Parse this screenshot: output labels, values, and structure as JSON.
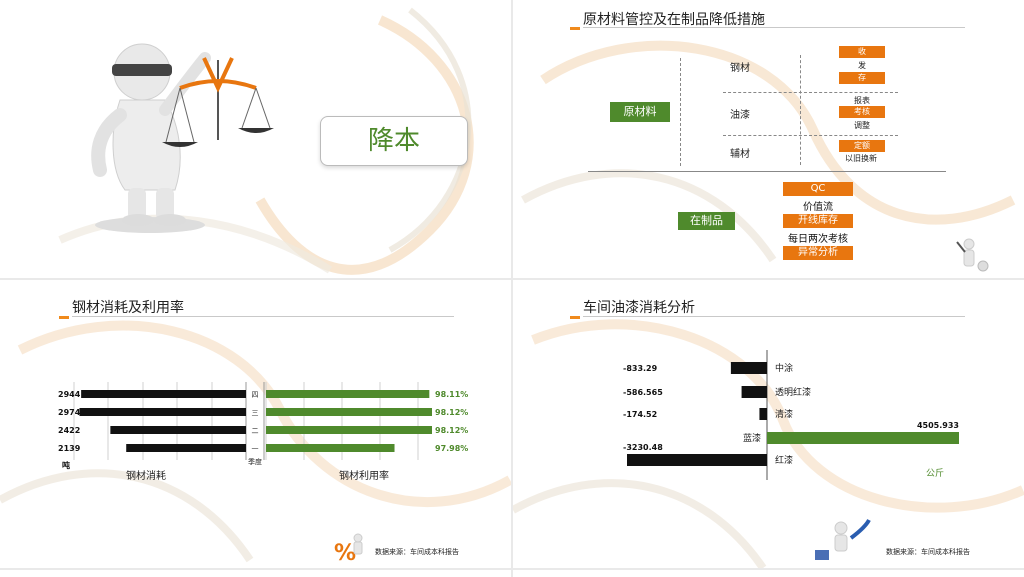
{
  "slide1": {
    "title": "降本"
  },
  "slide2": {
    "title": "原材料管控及在制品降低措施",
    "raw_label": "原材料",
    "wip_label": "在制品",
    "materials": [
      {
        "name": "钢材",
        "items": [
          {
            "text": "收",
            "highlight": true
          },
          {
            "text": "发",
            "highlight": false
          },
          {
            "text": "存",
            "highlight": true
          }
        ]
      },
      {
        "name": "油漆",
        "items": [
          {
            "text": "报表",
            "highlight": false
          },
          {
            "text": "考核",
            "highlight": true
          },
          {
            "text": "调整",
            "highlight": false
          }
        ]
      },
      {
        "name": "辅材",
        "items": [
          {
            "text": "定额",
            "highlight": true
          },
          {
            "text": "以旧换新",
            "highlight": false
          }
        ]
      }
    ],
    "wip_items": [
      {
        "text": "QC",
        "highlight": true
      },
      {
        "text": "价值流",
        "highlight": false
      },
      {
        "text": "开线库存",
        "highlight": true
      },
      {
        "text": "每日两次考核",
        "highlight": false
      },
      {
        "text": "异常分析",
        "highlight": true
      }
    ]
  },
  "slide3": {
    "title": "钢材消耗及利用率",
    "unit": "吨",
    "quarter_axis_label": "季度",
    "left_axis_label": "钢材消耗",
    "right_axis_label": "钢材利用率",
    "source": "数据来源：车间成本科报告"
  },
  "slide4": {
    "title": "车间油漆消耗分析",
    "unit": "公斤",
    "source": "数据来源：车间成本科报告"
  },
  "colors": {
    "accent": "#e8760f",
    "green": "#4f8a2c",
    "black": "#111111"
  },
  "chart_data": [
    {
      "type": "bar",
      "orientation": "horizontal",
      "title": "钢材消耗",
      "categories": [
        "四",
        "三",
        "二",
        "一"
      ],
      "series": [
        {
          "name": "钢材消耗",
          "values": [
            2944,
            2974,
            2422,
            2139
          ]
        }
      ],
      "value_labels": [
        "2944",
        "2974",
        "2422",
        "2139"
      ],
      "unit": "吨",
      "xlim": [
        0,
        3000
      ],
      "direction": "right-to-left",
      "grid": true
    },
    {
      "type": "bar",
      "orientation": "horizontal",
      "title": "钢材利用率",
      "categories": [
        "四",
        "三",
        "二",
        "一"
      ],
      "series": [
        {
          "name": "钢材利用率",
          "values": [
            98.11,
            98.12,
            98.12,
            97.98
          ]
        }
      ],
      "value_labels": [
        "98.11%",
        "98.12%",
        "98.12%",
        "97.98%"
      ],
      "grid": true
    },
    {
      "type": "bar",
      "orientation": "horizontal",
      "categories": [
        "中涂",
        "透明红漆",
        "清漆",
        "蓝漆",
        "红漆"
      ],
      "series": [
        {
          "values": [
            -833.29,
            -586.565,
            -174.52,
            4505.933,
            -3230.48
          ]
        }
      ],
      "value_labels": [
        "-833.29",
        "-586.565",
        "-174.52",
        "4505.933",
        "-3230.48"
      ],
      "unit": "公斤",
      "xlim": [
        -3300,
        4600
      ]
    }
  ]
}
